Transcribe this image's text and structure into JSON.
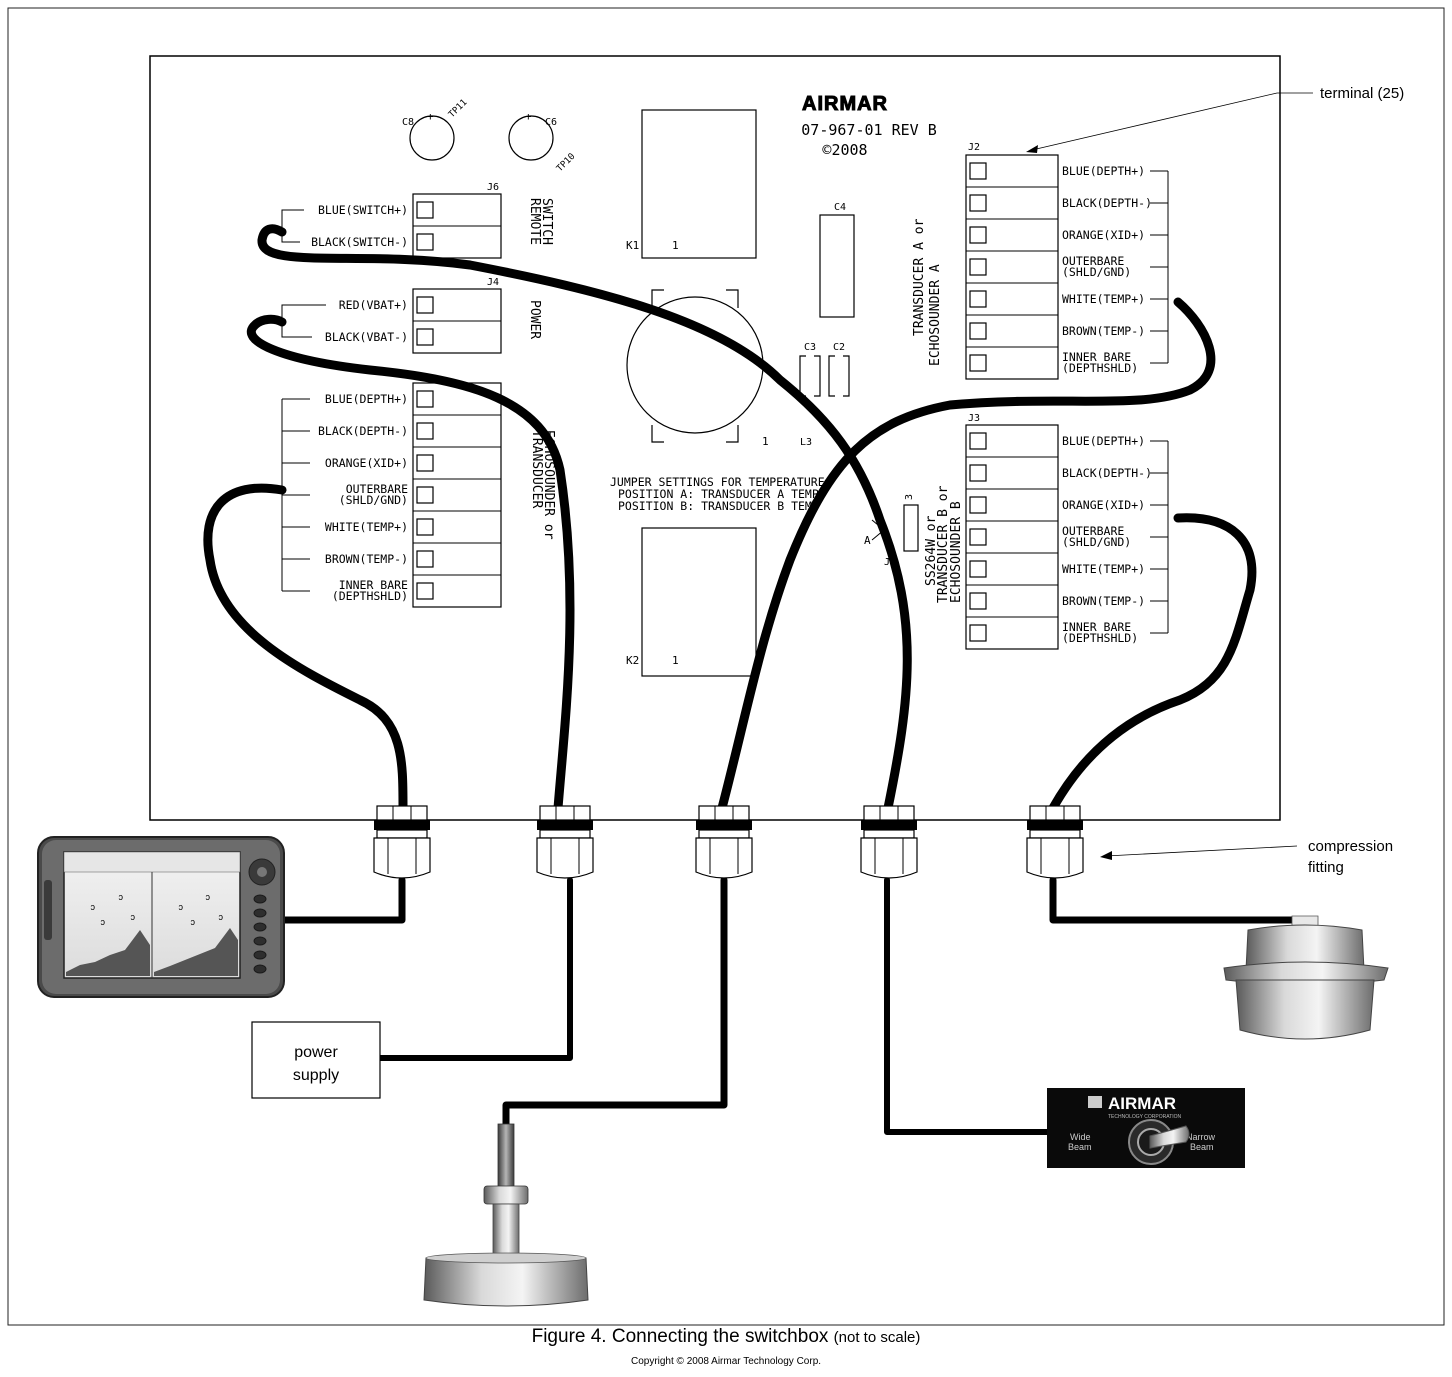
{
  "board": {
    "brand": "AIRMAR",
    "part_number": "07-967-01 REV B",
    "copyright": "©2008",
    "components": {
      "c8": "C8",
      "tp11": "TP11",
      "c6": "C6",
      "tp10": "TP10",
      "k1": "K1",
      "k2": "K2",
      "c4": "C4",
      "c3": "C3",
      "c2": "C2",
      "l3": "L3",
      "j2": "J2",
      "j3": "J3",
      "j4": "J4",
      "j6": "J6",
      "j1": "J1",
      "jumper_a": "A",
      "jumper_3": "3"
    },
    "jumper_text": [
      "JUMPER SETTINGS FOR TEMPERATURE",
      "POSITION A: TRANSDUCER A TEMP",
      "POSITION B: TRANSDUCER B TEMP"
    ],
    "section_labels": {
      "remote_switch": [
        "REMOTE",
        "SWITCH"
      ],
      "power": "POWER",
      "echosounder": [
        "ECHOSOUNDER or",
        "TRANSDUCER"
      ],
      "transducer_a": [
        "TRANSDUCER  A or",
        "ECHOSOUNDER  A"
      ],
      "transducer_b": [
        "SS264W or",
        "TRANSDUCER  B or",
        "ECHOSOUNDER  B"
      ]
    },
    "j6_wires": [
      "BLUE(SWITCH+)",
      "BLACK(SWITCH-)"
    ],
    "j4_wires": [
      "RED(VBAT+)",
      "BLACK(VBAT-)"
    ],
    "left_terminal_wires": [
      "BLUE(DEPTH+)",
      "BLACK(DEPTH-)",
      "ORANGE(XID+)",
      "OUTERBARE|(SHLD/GND)",
      "WHITE(TEMP+)",
      "BROWN(TEMP-)",
      "INNER BARE|(DEPTHSHLD)"
    ],
    "j2_wires": [
      "BLUE(DEPTH+)",
      "BLACK(DEPTH-)",
      "ORANGE(XID+)",
      "OUTERBARE|(SHLD/GND)",
      "WHITE(TEMP+)",
      "BROWN(TEMP-)",
      "INNER BARE|(DEPTHSHLD)"
    ],
    "j3_wires": [
      "BLUE(DEPTH+)",
      "BLACK(DEPTH-)",
      "ORANGE(XID+)",
      "OUTERBARE|(SHLD/GND)",
      "WHITE(TEMP+)",
      "BROWN(TEMP-)",
      "INNER BARE|(DEPTHSHLD)"
    ]
  },
  "callouts": {
    "terminal": "terminal (25)",
    "compression": [
      "compression",
      "fitting"
    ]
  },
  "devices": {
    "power_supply": [
      "power",
      "supply"
    ],
    "remote_brand": "AIRMAR",
    "remote_subtitle": "TECHNOLOGY CORPORATION",
    "wide": [
      "Wide",
      "Beam"
    ],
    "narrow": [
      "Narrow",
      "Beam"
    ]
  },
  "caption": {
    "main": "Figure 4. Connecting the switchbox",
    "note": "(not to scale)",
    "copyright": "Copyright © 2008 Airmar Technology Corp."
  }
}
